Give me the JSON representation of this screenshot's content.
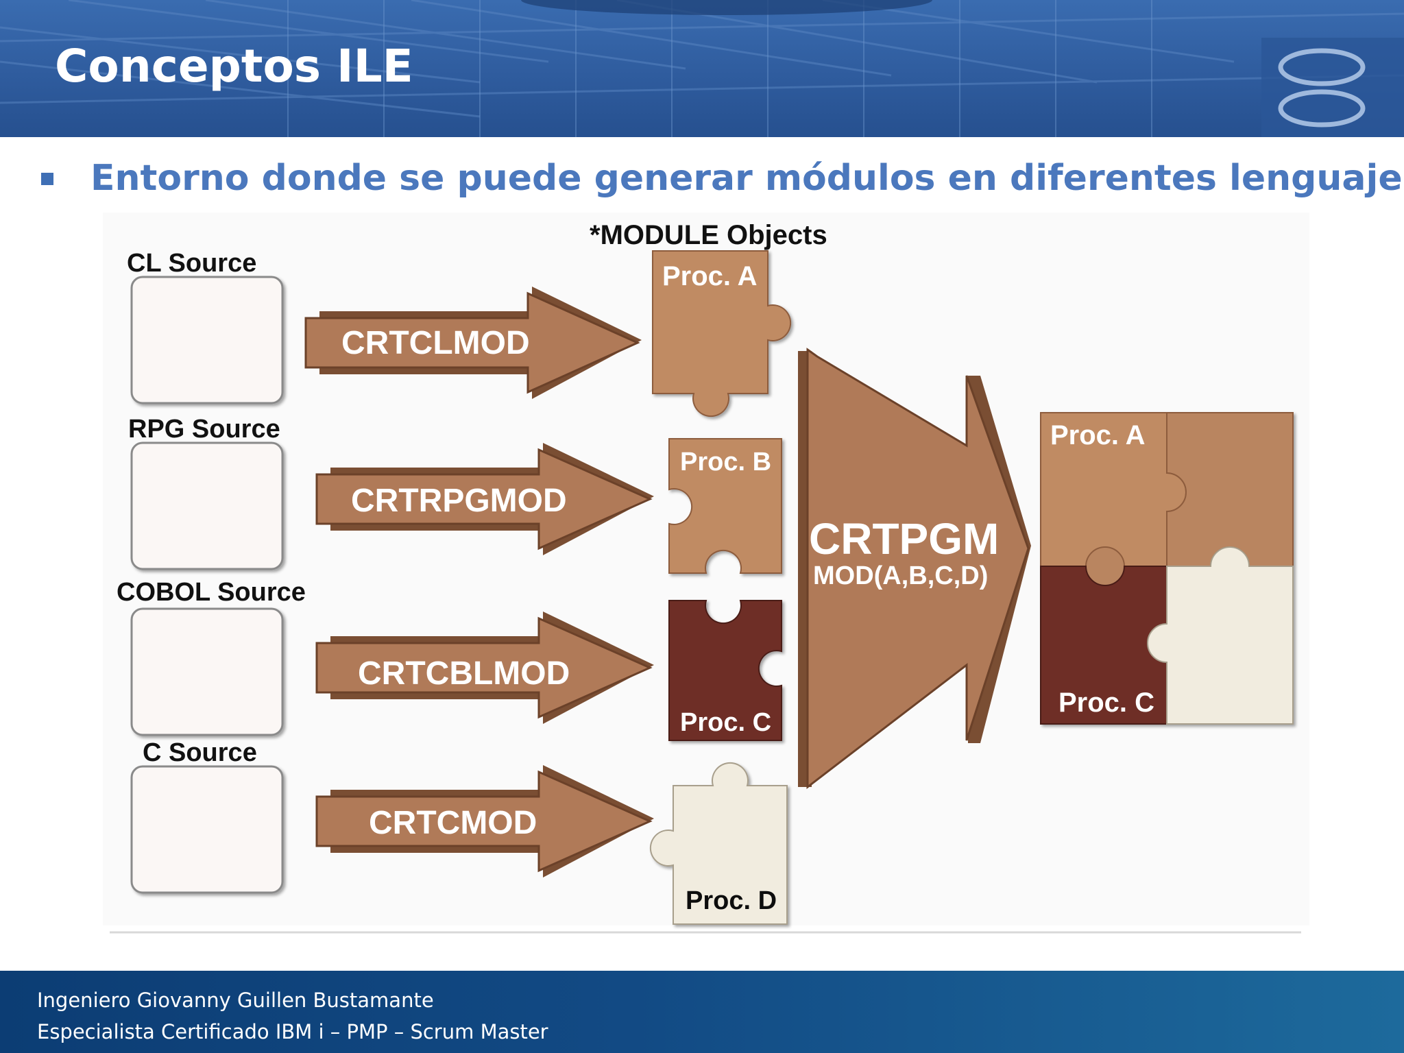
{
  "slide": {
    "title": "Conceptos ILE",
    "bullet": "Entorno donde se puede generar módulos en diferentes lenguajes."
  },
  "diagram": {
    "module_objects_label": "*MODULE Objects",
    "sources": [
      "CL Source",
      "RPG Source",
      "COBOL Source",
      "C Source"
    ],
    "commands": [
      "CRTCLMOD",
      "CRTRPGMOD",
      "CRTCBLMOD",
      "CRTCMOD"
    ],
    "pieces": [
      "Proc. A",
      "Proc. B",
      "Proc. C",
      "Proc. D"
    ],
    "program_command": "CRTPGM",
    "program_args": "MOD(A,B,C,D)",
    "program_pieces": [
      "Proc. A",
      "Proc. C"
    ],
    "colors": {
      "arrow": "#b07a58",
      "arrow_dark": "#7a4e33",
      "piece_light": "#c08b64",
      "piece_dark": "#6e2f28",
      "piece_cream": "#f1ecdf"
    }
  },
  "footer": {
    "line1": "Ingeniero Giovanny Guillen Bustamante",
    "line2": "Especialista Certificado IBM i – PMP – Scrum Master"
  }
}
